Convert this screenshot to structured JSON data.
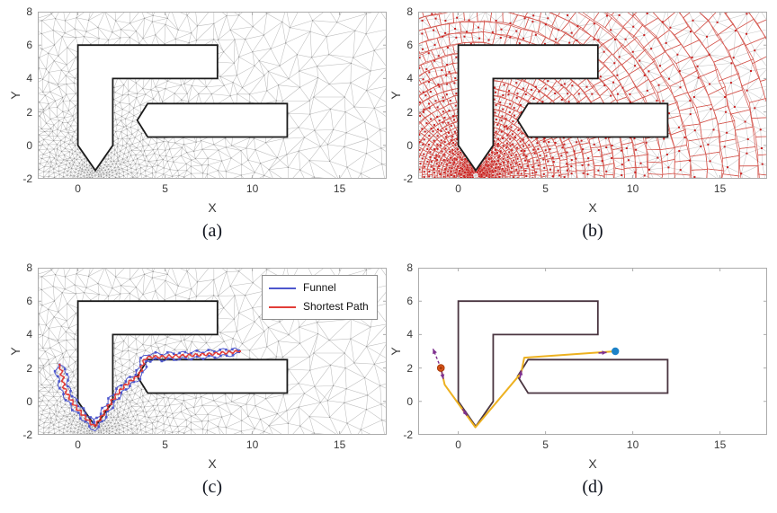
{
  "figure": {
    "background": "#ffffff",
    "frame_color": "#ababab",
    "tick_label_color": "#3a3a3a"
  },
  "chart_data": [
    {
      "id": "a",
      "type": "mesh",
      "caption": "(a)",
      "xlabel": "X",
      "ylabel": "Y",
      "xlim": [
        -2.3,
        17.7
      ],
      "ylim": [
        -2,
        8
      ],
      "xticks": [
        0,
        5,
        10,
        15
      ],
      "yticks": [
        -2,
        0,
        2,
        4,
        6,
        8
      ],
      "mesh": {
        "style": "graded-triangulation",
        "grading_center": [
          1,
          -1.8
        ],
        "line_color": "#bdbdbd",
        "node_color": "#8d8d8d"
      },
      "obstacles": [
        {
          "name": "l-shaped-wall",
          "points": [
            [
              0,
              0
            ],
            [
              0,
              6
            ],
            [
              8,
              6
            ],
            [
              8,
              4
            ],
            [
              2,
              4
            ],
            [
              2,
              0
            ],
            [
              1,
              -1.5
            ]
          ],
          "fill": "#ffffff",
          "stroke": "#1b1b1b",
          "stroke_width": 1.8
        },
        {
          "name": "pointed-bar",
          "points": [
            [
              3.4,
              1.5
            ],
            [
              4,
              2.5
            ],
            [
              12,
              2.5
            ],
            [
              12,
              0.5
            ],
            [
              4,
              0.5
            ]
          ],
          "fill": "#ffffff",
          "stroke": "#1b1b1b",
          "stroke_width": 1.8
        }
      ]
    },
    {
      "id": "b",
      "type": "mesh-voronoi",
      "caption": "(b)",
      "xlabel": "X",
      "ylabel": "Y",
      "xlim": [
        -2.3,
        17.7
      ],
      "ylim": [
        -2,
        8
      ],
      "xticks": [
        0,
        5,
        10,
        15
      ],
      "yticks": [
        -2,
        0,
        2,
        4,
        6,
        8
      ],
      "mesh": {
        "style": "graded-triangulation",
        "grading_center": [
          1,
          -1.8
        ],
        "line_color": "#c6c6c6",
        "node_color": "#a0a0a0"
      },
      "voronoi": {
        "style": "dual-cells",
        "line_color": "#d4564e",
        "dot_color": "#cc1f1f"
      },
      "obstacles": [
        {
          "name": "l-shaped-wall",
          "points": [
            [
              0,
              0
            ],
            [
              0,
              6
            ],
            [
              8,
              6
            ],
            [
              8,
              4
            ],
            [
              2,
              4
            ],
            [
              2,
              0
            ],
            [
              1,
              -1.5
            ]
          ],
          "fill": "#ffffff",
          "stroke": "#1b1b1b",
          "stroke_width": 1.8
        },
        {
          "name": "pointed-bar",
          "points": [
            [
              3.4,
              1.5
            ],
            [
              4,
              2.5
            ],
            [
              12,
              2.5
            ],
            [
              12,
              0.5
            ],
            [
              4,
              0.5
            ]
          ],
          "fill": "#ffffff",
          "stroke": "#1b1b1b",
          "stroke_width": 1.8
        }
      ]
    },
    {
      "id": "c",
      "type": "mesh-path",
      "caption": "(c)",
      "xlabel": "X",
      "ylabel": "Y",
      "xlim": [
        -2.3,
        17.7
      ],
      "ylim": [
        -2,
        8
      ],
      "xticks": [
        0,
        5,
        10,
        15
      ],
      "yticks": [
        -2,
        0,
        2,
        4,
        6,
        8
      ],
      "mesh": {
        "style": "graded-triangulation",
        "grading_center": [
          1,
          -1.8
        ],
        "line_color": "#bdbdbd",
        "node_color": "#8d8d8d"
      },
      "legend": {
        "position": "top-right",
        "border_color": "#8d8d8d",
        "items": [
          {
            "label": "Funnel",
            "color": "#4d57cd"
          },
          {
            "label": "Shortest Path",
            "color": "#e23d38"
          }
        ]
      },
      "funnel": {
        "color": "#4d57cd",
        "marker": "square",
        "half_width": 0.18
      },
      "shortest_path": {
        "color": "#e23d38",
        "marker": "dot",
        "points": [
          [
            -1.05,
            2.2
          ],
          [
            -0.95,
            1.75
          ],
          [
            -0.85,
            1.3
          ],
          [
            -0.8,
            0.85
          ],
          [
            -0.62,
            0.45
          ],
          [
            -0.4,
            0.1
          ],
          [
            -0.1,
            -0.35
          ],
          [
            0.25,
            -0.75
          ],
          [
            0.6,
            -1.15
          ],
          [
            0.95,
            -1.5
          ],
          [
            1.25,
            -1.1
          ],
          [
            1.5,
            -0.7
          ],
          [
            1.75,
            -0.3
          ],
          [
            2.0,
            0.1
          ],
          [
            2.3,
            0.5
          ],
          [
            2.65,
            0.9
          ],
          [
            3.0,
            1.2
          ],
          [
            3.35,
            1.45
          ],
          [
            3.55,
            1.65
          ],
          [
            3.65,
            2.0
          ],
          [
            3.75,
            2.35
          ],
          [
            3.9,
            2.6
          ],
          [
            4.3,
            2.68
          ],
          [
            4.8,
            2.66
          ],
          [
            5.3,
            2.7
          ],
          [
            5.9,
            2.72
          ],
          [
            6.5,
            2.76
          ],
          [
            7.1,
            2.8
          ],
          [
            7.7,
            2.84
          ],
          [
            8.3,
            2.9
          ],
          [
            8.8,
            2.95
          ],
          [
            9.3,
            3.0
          ]
        ]
      },
      "obstacles": [
        {
          "name": "l-shaped-wall",
          "points": [
            [
              0,
              0
            ],
            [
              0,
              6
            ],
            [
              8,
              6
            ],
            [
              8,
              4
            ],
            [
              2,
              4
            ],
            [
              2,
              0
            ],
            [
              1,
              -1.5
            ]
          ],
          "fill": "#ffffff",
          "stroke": "#1b1b1b",
          "stroke_width": 1.8
        },
        {
          "name": "pointed-bar",
          "points": [
            [
              3.4,
              1.5
            ],
            [
              4,
              2.5
            ],
            [
              12,
              2.5
            ],
            [
              12,
              0.5
            ],
            [
              4,
              0.5
            ]
          ],
          "fill": "#ffffff",
          "stroke": "#1b1b1b",
          "stroke_width": 1.8
        }
      ]
    },
    {
      "id": "d",
      "type": "route",
      "caption": "(d)",
      "xlabel": "X",
      "ylabel": "Y",
      "xlim": [
        -2.3,
        17.7
      ],
      "ylim": [
        -2,
        8
      ],
      "xticks": [
        0,
        5,
        10,
        15
      ],
      "yticks": [
        -2,
        0,
        2,
        4,
        6,
        8
      ],
      "route": {
        "color": "#edb120",
        "width": 2,
        "points": [
          [
            -1,
            2
          ],
          [
            -0.78,
            1.0
          ],
          [
            0.98,
            -1.55
          ],
          [
            3.6,
            1.7
          ],
          [
            3.78,
            2.62
          ],
          [
            9,
            3
          ]
        ]
      },
      "start_marker": {
        "position": [
          -1,
          2
        ],
        "shape": "circle",
        "color": "#d95319",
        "edge_color": "#a63a0a"
      },
      "goal_marker": {
        "position": [
          9,
          3
        ],
        "shape": "circle",
        "color": "#1d82c8"
      },
      "heading_arrow": {
        "from": [
          -1,
          2
        ],
        "to": [
          -1.45,
          3.15
        ],
        "color": "#7e2f8e",
        "style": "dashed"
      },
      "direction_arrows": {
        "color": "#7e2f8e",
        "items": [
          {
            "at": [
              -0.86,
              1.35
            ],
            "dir": [
              0.22,
              -1
            ]
          },
          {
            "at": [
              0.5,
              -0.85
            ],
            "dir": [
              1,
              -1.45
            ]
          },
          {
            "at": [
              3.62,
              1.85
            ],
            "dir": [
              0.2,
              1
            ]
          },
          {
            "at": [
              8.5,
              2.93
            ],
            "dir": [
              1,
              0.07
            ]
          }
        ]
      },
      "obstacles": [
        {
          "name": "l-shaped-wall",
          "points": [
            [
              0,
              0
            ],
            [
              0,
              6
            ],
            [
              8,
              6
            ],
            [
              8,
              4
            ],
            [
              2,
              4
            ],
            [
              2,
              0
            ],
            [
              1,
              -1.5
            ]
          ],
          "fill": "#ffffff",
          "stroke": "#4a3540",
          "stroke_width": 1.8
        },
        {
          "name": "pointed-bar",
          "points": [
            [
              3.4,
              1.5
            ],
            [
              4,
              2.5
            ],
            [
              12,
              2.5
            ],
            [
              12,
              0.5
            ],
            [
              4,
              0.5
            ]
          ],
          "fill": "#ffffff",
          "stroke": "#4a3540",
          "stroke_width": 1.8
        }
      ]
    }
  ]
}
